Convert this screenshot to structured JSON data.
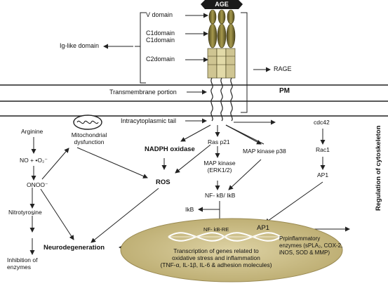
{
  "receptor": {
    "ligand": "AGE",
    "v_domain": "V domain",
    "c1_domain_1": "C1domain",
    "c1_domain_2": "C1domain",
    "c2_domain": "C2domain",
    "ig_like": "Ig-like domain",
    "rage": "RAGE",
    "transmembrane": "Transmembrane portion",
    "pm": "PM",
    "intracytoplasmic": "Intracytoplasmic tail"
  },
  "pathway": {
    "arginine": "Arginine",
    "no_superoxide": "NO  + •O₂⁻",
    "mitochondrial_1": "Mitochondrial",
    "mitochondrial_2": "dysfunction",
    "onoo": "ONOO⁻",
    "nitrotyrosine": "Nitrotyrosine",
    "inhibition_1": "Inhibition of",
    "inhibition_2": "enzymes",
    "neurodegeneration": "Neurodegeneration",
    "nadph": "NADPH oxidase",
    "ros": "ROS",
    "ras": "Ras p21",
    "map_erk_1": "MAP kinase",
    "map_erk_2": "(ERK1/2)",
    "map_p38": "MAP kinase p38",
    "nfkb_ikb": "NF- kB/ IkB",
    "ikb": "IkB",
    "nfkb_re": "NF- kB-RE",
    "ap1_nuc": "AP1",
    "cdc42": "cdc42",
    "rac1": "Rac1",
    "ap1": "AP1",
    "cytoskeleton": "Regulation of cytoskeleton"
  },
  "nucleus": {
    "transcription_1": "Transcription of genes related to",
    "transcription_2": "oxidative stress and inflammation",
    "transcription_3": "(TNF-α, IL-1β, IL-6 & adhesion molecules)",
    "proinfl_1": "Prpinflammatory",
    "proinfl_2": "enzymes (sPLA₂, COX-2,",
    "proinfl_3": "iNOS, SOD & MMP)"
  },
  "colors": {
    "nucleus_fill": "#cbbd8a",
    "nucleus_border": "#9a8a52",
    "domain_dark": "#6e6428",
    "domain_light": "#d6cc8c",
    "ligand_fill": "#1a1a1a"
  }
}
